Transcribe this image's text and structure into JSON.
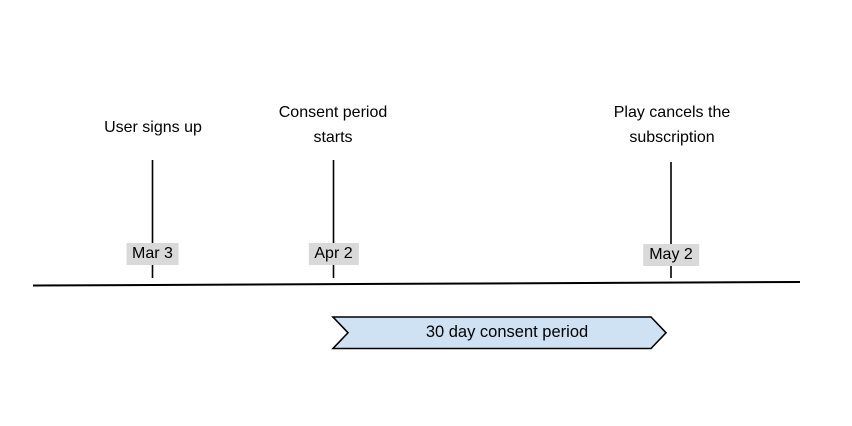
{
  "diagram": {
    "background": "#ffffff",
    "text_color": "#000000",
    "axis": {
      "color": "#000000"
    },
    "events": [
      {
        "id": "signup",
        "label_lines": [
          "User signs up"
        ],
        "date": "Mar 3"
      },
      {
        "id": "consent-start",
        "label_lines": [
          "Consent period",
          "starts"
        ],
        "date": "Apr 2"
      },
      {
        "id": "cancel",
        "label_lines": [
          "Play cancels the",
          "subscription"
        ],
        "date": "May 2"
      }
    ],
    "date_chip": {
      "background": "#d9d9d9",
      "text_color": "#000000"
    },
    "banner": {
      "label": "30 day consent period",
      "fill": "#cfe2f3",
      "stroke": "#000000"
    }
  }
}
